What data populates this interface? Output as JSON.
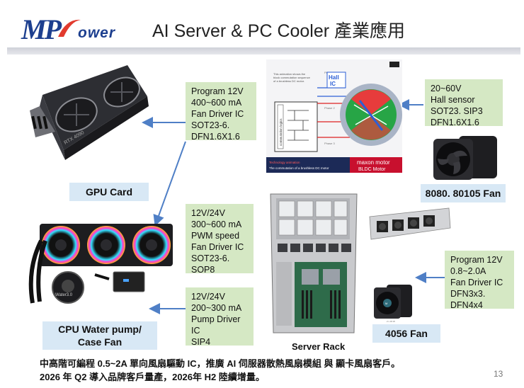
{
  "header": {
    "logo_mp": "MP",
    "logo_ower": "ower",
    "title": "AI Server & PC Cooler 產業應用"
  },
  "gpu": {
    "label": "GPU Card",
    "card_text": "RTX 4090",
    "spec": [
      "Program 12V",
      "400~600 mA",
      "Fan Driver IC",
      "SOT23-6.",
      "DFN1.6X1.6"
    ]
  },
  "bldc": {
    "anim_note": [
      "This animation shows the",
      "block commutation sequence",
      "of a brushless DC motor."
    ],
    "hall_label": [
      "Hall",
      "IC"
    ],
    "commutation_label": "commutation logics",
    "phase_labels": [
      "Phase 1",
      "Phase 2",
      "Phase 3"
    ],
    "bottom_left_1": "Technology animation",
    "bottom_left_2": "The commutation of a brushless DC motor",
    "bottom_right_1": "maxon motor",
    "bottom_right_2": "BLDC Motor",
    "spec": [
      "20~60V",
      "Hall sensor",
      "SOT23. SIP3",
      "DFN1.6X1.6"
    ]
  },
  "fan8080": {
    "label": "8080. 80105 Fan"
  },
  "water": {
    "spec1": [
      "12V/24V",
      "300~600 mA",
      "PWM speed",
      "Fan Driver IC",
      "SOT23-6.",
      "SOP8"
    ],
    "spec2": [
      "12V/24V",
      "200~300 mA",
      "Pump Driver",
      "IC",
      "SIP4"
    ],
    "label": [
      "CPU Water pump/",
      "Case Fan"
    ],
    "brand": "Water3.0"
  },
  "server": {
    "caption": "Server Rack"
  },
  "fan4056": {
    "label": "4056 Fan",
    "spec": [
      "Program 12V",
      "0.8~2.0A",
      "Fan Driver IC",
      "DFN3x3.",
      "DFN4x4"
    ]
  },
  "footer": {
    "line1": "中高階可編程 0.5~2A 單向風扇驅動 IC，推廣 AI 伺服器散熱風扇模組 與 顯卡風扇客戶。",
    "line2": "2026 年 Q2 導入品牌客戶量產，2026年 H2 陸續增量。"
  },
  "page_number": "13",
  "colors": {
    "brand": "#1d3f8f",
    "spec_box": "#d5e8c4",
    "label_box": "#d8e8f5",
    "arrow": "#4f7fc6"
  }
}
